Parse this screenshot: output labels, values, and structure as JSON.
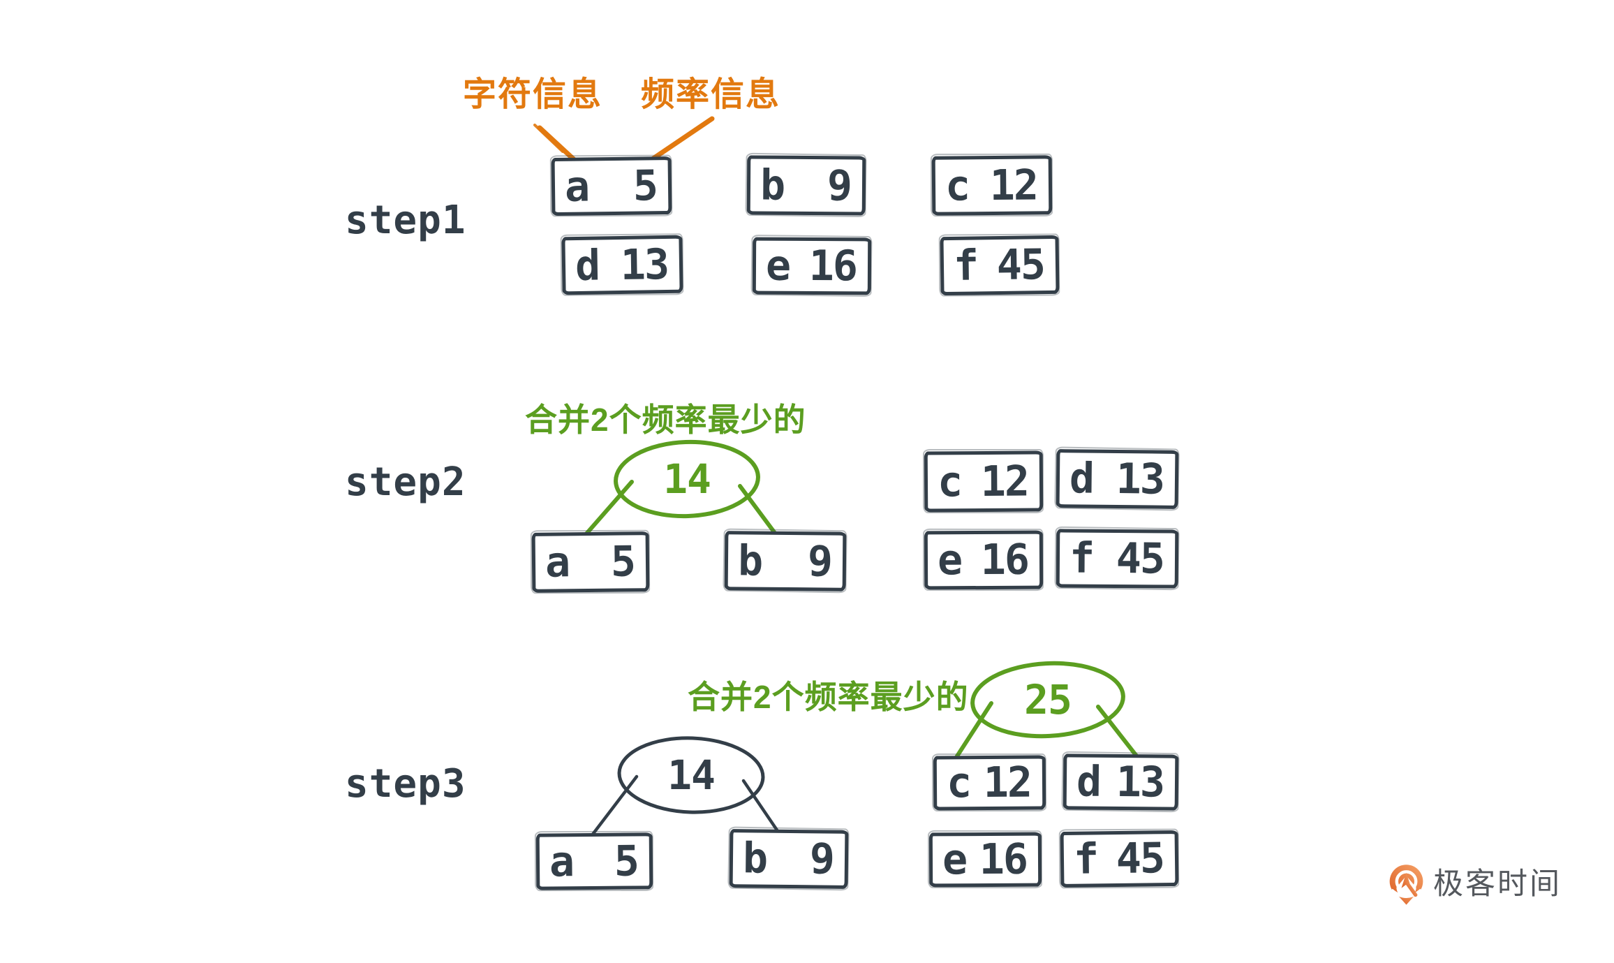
{
  "annotations": {
    "char_info": "字符信息",
    "freq_info": "频率信息"
  },
  "step1": {
    "label": "step1",
    "nodes": [
      {
        "char": "a",
        "freq": "5"
      },
      {
        "char": "b",
        "freq": "9"
      },
      {
        "char": "c",
        "freq": "12"
      },
      {
        "char": "d",
        "freq": "13"
      },
      {
        "char": "e",
        "freq": "16"
      },
      {
        "char": "f",
        "freq": "45"
      }
    ]
  },
  "step2": {
    "label": "step2",
    "note": "合并2个频率最少的",
    "merged_value": "14",
    "children": [
      {
        "char": "a",
        "freq": "5"
      },
      {
        "char": "b",
        "freq": "9"
      }
    ],
    "queue": [
      {
        "char": "c",
        "freq": "12"
      },
      {
        "char": "d",
        "freq": "13"
      },
      {
        "char": "e",
        "freq": "16"
      },
      {
        "char": "f",
        "freq": "45"
      }
    ]
  },
  "step3": {
    "label": "step3",
    "note": "合并2个频率最少的",
    "tree14": {
      "value": "14",
      "children": [
        {
          "char": "a",
          "freq": "5"
        },
        {
          "char": "b",
          "freq": "9"
        }
      ]
    },
    "tree25": {
      "value": "25",
      "children": [
        {
          "char": "c",
          "freq": "12"
        },
        {
          "char": "d",
          "freq": "13"
        }
      ]
    },
    "queue": [
      {
        "char": "e",
        "freq": "16"
      },
      {
        "char": "f",
        "freq": "45"
      }
    ]
  },
  "logo": {
    "text": "极客时间"
  },
  "colors": {
    "ink": "#333e48",
    "orange": "#e2790f",
    "green": "#5b9e20",
    "logo_text": "#54585d",
    "background": "#ffffff"
  }
}
